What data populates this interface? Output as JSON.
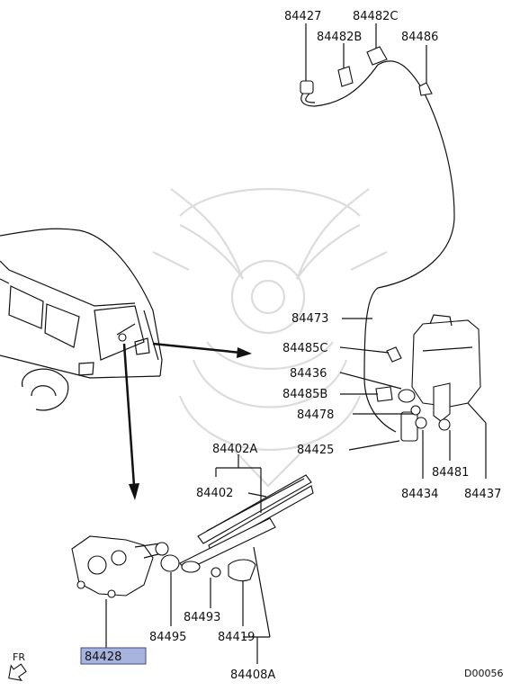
{
  "labels": {
    "p84427": "84427",
    "p84482C": "84482C",
    "p84482B": "84482B",
    "p84486": "84486",
    "p84473": "84473",
    "p84485C": "84485C",
    "p84436": "84436",
    "p84485B": "84485B",
    "p84478": "84478",
    "p84425": "84425",
    "p84402A": "84402A",
    "p84402": "84402",
    "p84481": "84481",
    "p84434": "84434",
    "p84437": "84437",
    "p84493": "84493",
    "p84495": "84495",
    "p84419": "84419",
    "p84408A": "84408A",
    "p84428": "84428"
  },
  "direction_label": "FR",
  "diagram_code": "D00056",
  "colors": {
    "highlight_fill": "#a9b4de",
    "highlight_border": "#3d4a86",
    "line": "#111111",
    "watermark": "#dcdcdc"
  }
}
